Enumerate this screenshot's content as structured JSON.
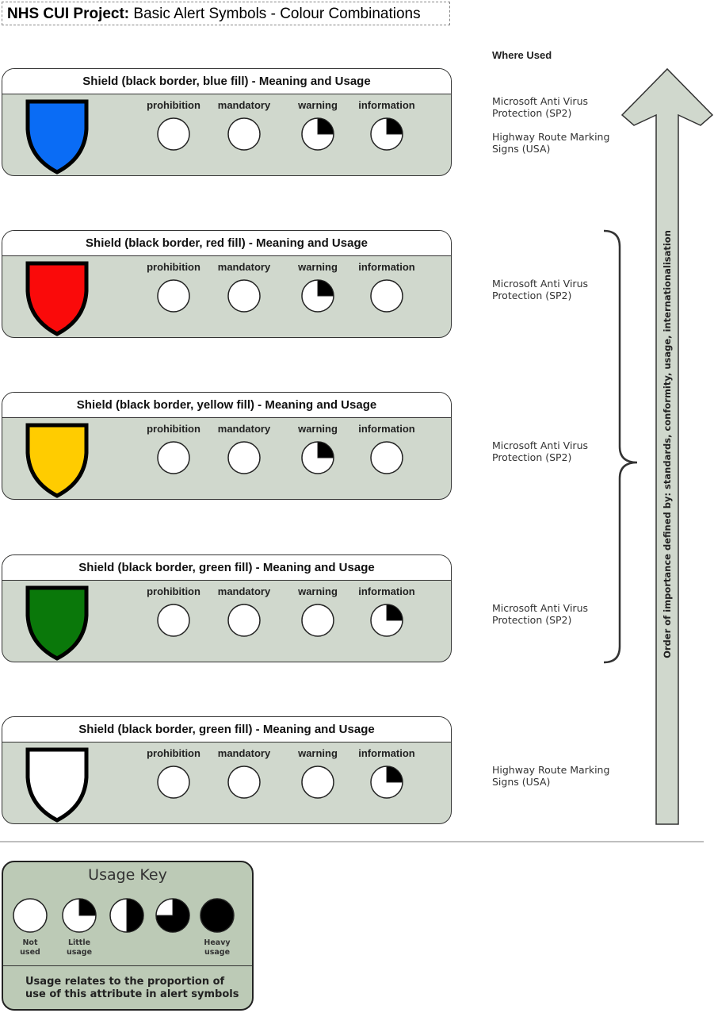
{
  "title": {
    "bold": "NHS CUI Project:",
    "rest": " Basic Alert Symbols - Colour Combinations"
  },
  "where_used_heading": "Where Used",
  "attributes": [
    "prohibition",
    "mandatory",
    "warning",
    "information"
  ],
  "panels": [
    {
      "title": "Shield (black border, blue fill) - Meaning and Usage",
      "fill": "#0a6cf5",
      "usage": [
        0,
        0,
        0.25,
        0.25
      ],
      "where_used": [
        "Microsoft Anti Virus Protection (SP2)",
        "Highway Route Marking Signs (USA)"
      ]
    },
    {
      "title": "Shield (black border, red fill) - Meaning and Usage",
      "fill": "#fa0a0a",
      "usage": [
        0,
        0,
        0.25,
        0
      ],
      "where_used": [
        "Microsoft Anti Virus Protection (SP2)"
      ]
    },
    {
      "title": "Shield (black border, yellow fill) - Meaning and Usage",
      "fill": "#ffcc00",
      "usage": [
        0,
        0,
        0.25,
        0
      ],
      "where_used": [
        "Microsoft Anti Virus Protection (SP2)"
      ]
    },
    {
      "title": "Shield (black border, green fill) - Meaning and Usage",
      "fill": "#0a780a",
      "usage": [
        0,
        0,
        0,
        0.25
      ],
      "where_used": [
        "Microsoft Anti Virus Protection (SP2)"
      ]
    },
    {
      "title": "Shield (black border, green fill) - Meaning and Usage",
      "fill": "#ffffff",
      "usage": [
        0,
        0,
        0,
        0.25
      ],
      "where_used": [
        "Highway Route Marking Signs (USA)"
      ]
    }
  ],
  "importance_label": "Order of importance defined by: standards, conformity, usage, internationalisation",
  "usage_key": {
    "title": "Usage Key",
    "levels": [
      {
        "value": 0,
        "label_1": "Not",
        "label_2": "used"
      },
      {
        "value": 0.25,
        "label_1": "Little",
        "label_2": "usage"
      },
      {
        "value": 0.5,
        "label_1": "",
        "label_2": ""
      },
      {
        "value": 0.75,
        "label_1": "",
        "label_2": ""
      },
      {
        "value": 1,
        "label_1": "Heavy",
        "label_2": "usage"
      }
    ],
    "footer_1": "Usage relates to the proportion of",
    "footer_2": "use of this attribute in alert symbols"
  }
}
